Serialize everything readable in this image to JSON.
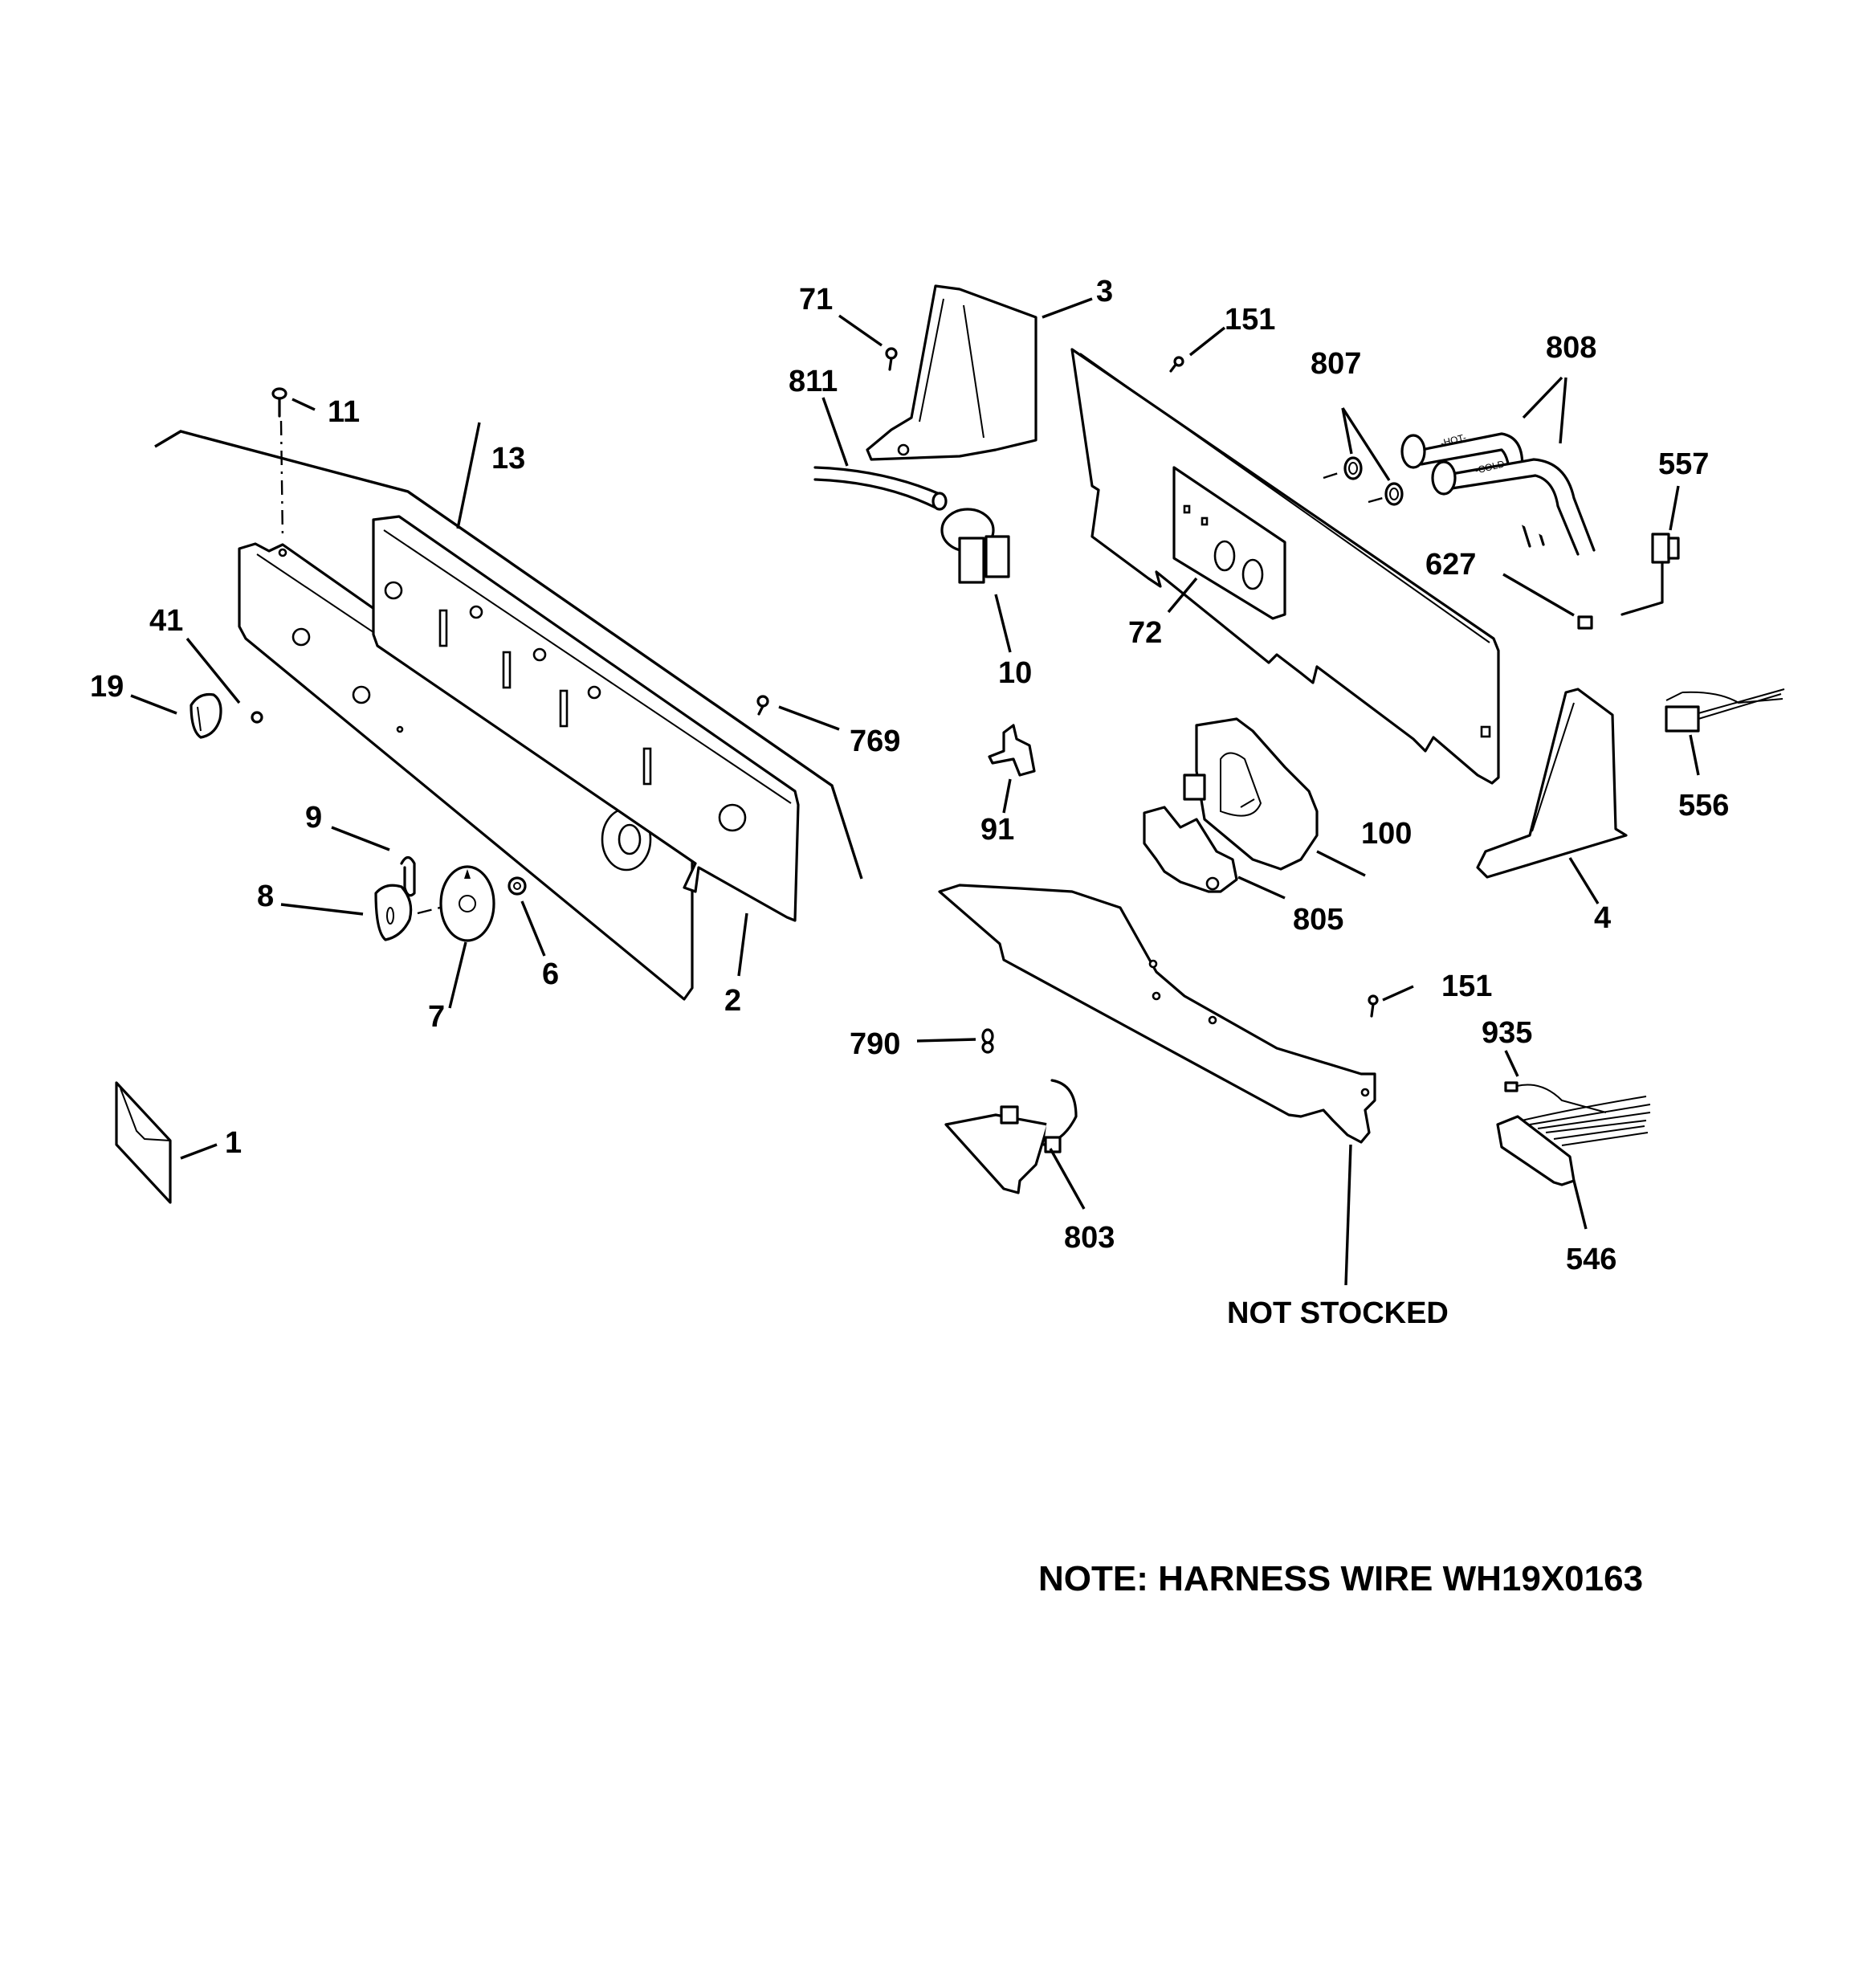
{
  "diagram": {
    "title": "Control panel exploded parts diagram",
    "labels": {
      "p1": "1",
      "p2": "2",
      "p3": "3",
      "p4": "4",
      "p6": "6",
      "p7": "7",
      "p8": "8",
      "p9": "9",
      "p10": "10",
      "p11": "11",
      "p13": "13",
      "p19": "19",
      "p41": "41",
      "p71": "71",
      "p72": "72",
      "p91": "91",
      "p100": "100",
      "p151a": "151",
      "p151b": "151",
      "p546": "546",
      "p556": "556",
      "p557": "557",
      "p627": "627",
      "p769": "769",
      "p790": "790",
      "p803": "803",
      "p805": "805",
      "p807": "807",
      "p808": "808",
      "p811": "811",
      "p935": "935",
      "not_stocked": "NOT STOCKED"
    },
    "hose_labels": {
      "hot": "-HOT-",
      "cold": "-COLD-"
    },
    "note": "NOTE: HARNESS WIRE WH19X0163"
  }
}
